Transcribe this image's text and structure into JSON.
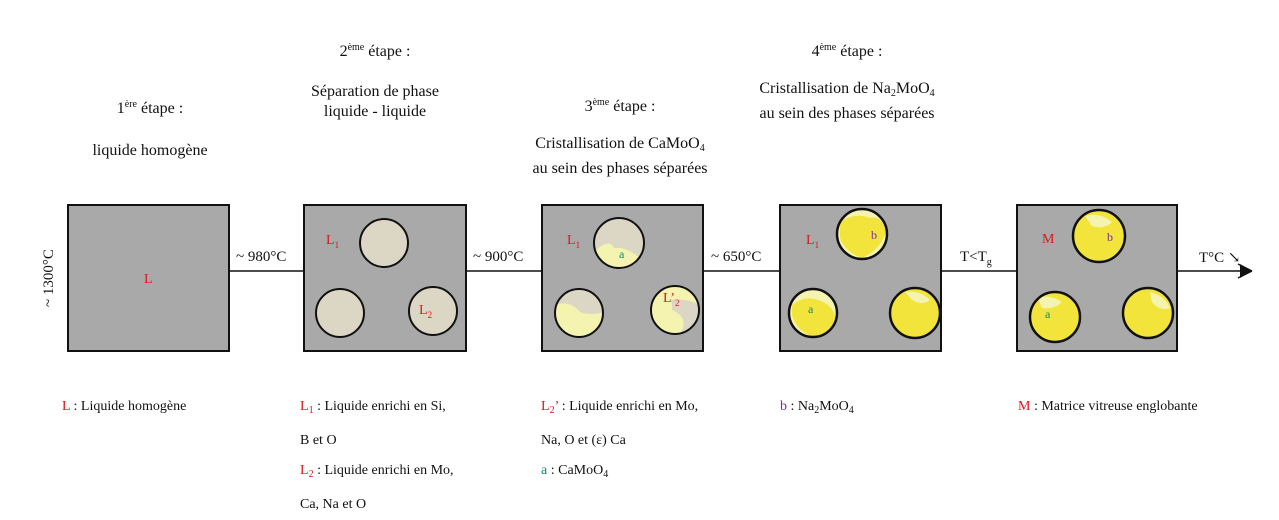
{
  "stages": [
    {
      "ord": "1",
      "sup": "ère",
      "suffix": " étape :",
      "lines": [
        "liquide homogène"
      ]
    },
    {
      "ord": "2",
      "sup": "ème",
      "suffix": " étape :",
      "lines": [
        "Séparation de phase",
        "liquide - liquide"
      ]
    },
    {
      "ord": "3",
      "sup": "ème",
      "suffix": " étape :",
      "line1_pre": "Cristallisation de CaMoO",
      "line1_sub": "4",
      "line2": "au sein des phases séparées"
    },
    {
      "ord": "4",
      "sup": "ème",
      "suffix": " étape :",
      "line1_pre": "Cristallisation de Na",
      "line1_sub1": "2",
      "line1_mid": "MoO",
      "line1_sub2": "4",
      "line2": "au sein des phases séparées"
    }
  ],
  "temperatures": {
    "start": "~ 1300°C",
    "t1": "~ 980°C",
    "t2": "~ 900°C",
    "t3": "~ 650°C",
    "t4_pre": "T<T",
    "t4_sub": "g",
    "end": "T°C ↘"
  },
  "box_labels": {
    "L": "L",
    "L1_main": "L",
    "L1_sub": "1",
    "L2_main": "L",
    "L2_sub": "2",
    "L2p_main": "L’",
    "L2p_sub": "2",
    "a": "a",
    "b": "b",
    "M": "M"
  },
  "legend": {
    "l_key": "L",
    "l_text": " : Liquide homogène",
    "l1_key": "L",
    "l1_sub": "1",
    "l1_text": " : Liquide enrichi en Si,",
    "l1_text2": "B et O",
    "l2_key": "L",
    "l2_sub": "2",
    "l2_text": " : Liquide enrichi en Mo,",
    "l2_text2": "Ca, Na et O",
    "l2p_key": "L",
    "l2p_sub": "2",
    "l2p_prime": "’",
    "l2p_text": " : Liquide enrichi en Mo,",
    "l2p_text2": "Na, O et (ε) Ca",
    "a_key": "a",
    "a_text": " : CaMoO",
    "a_sub": "4",
    "b_key": "b",
    "b_text": " : Na",
    "b_sub1": "2",
    "b_mid": "MoO",
    "b_sub2": "4",
    "m_key": "M",
    "m_text": " : Matrice vitreuse englobante"
  },
  "colors": {
    "box_fill": "#a9a9a9",
    "droplet_beige": "#dcd6c4",
    "crystal_pale": "#f5f3b0",
    "crystal_yellow": "#f2e43a",
    "label_red": "#e0141e",
    "label_purple": "#7a2aa0",
    "label_teal": "#13877d"
  }
}
